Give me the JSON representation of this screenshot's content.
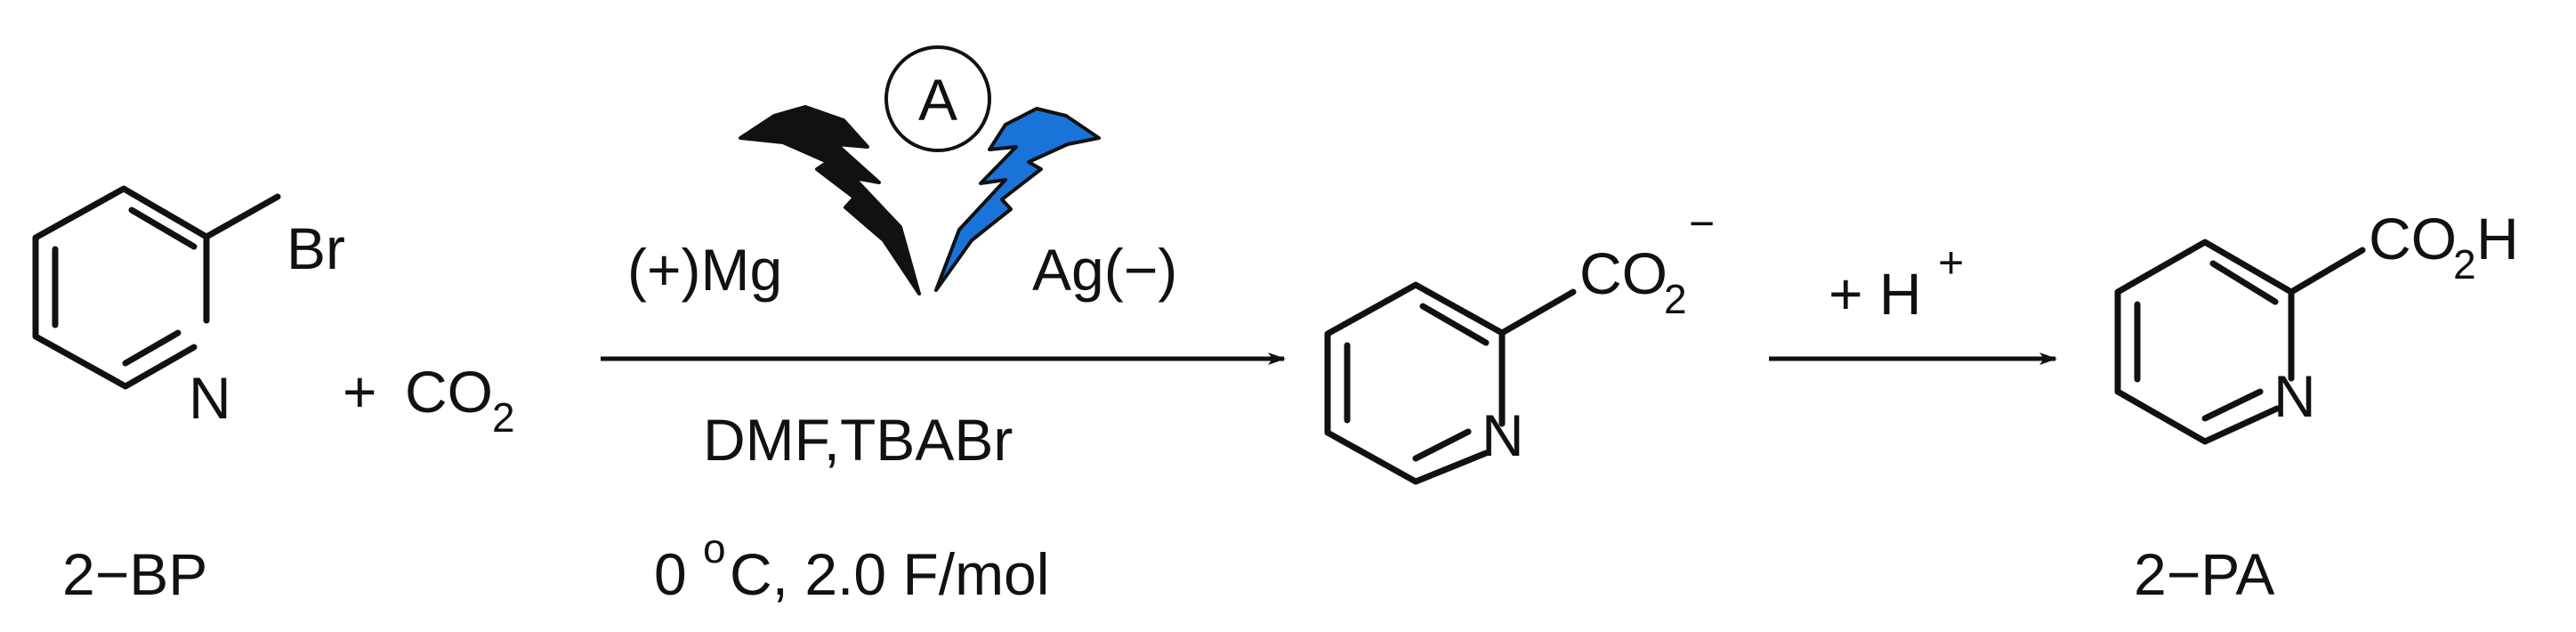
{
  "scheme": {
    "reactant": {
      "substituent": "Br",
      "ring_atom": "N",
      "name": "2−BP"
    },
    "co2": {
      "plus": "+",
      "formula": "CO",
      "subscript": "2"
    },
    "step1": {
      "badge": "A",
      "anode": "(+)Mg",
      "cathode": "Ag(−)",
      "solvent": "DMF,TBABr",
      "temperature": "0",
      "degree": "o",
      "conditions_rest": "C, 2.0 F/mol",
      "lightning_colors": {
        "left": "#111111",
        "right": "#1a73d9"
      }
    },
    "intermediate": {
      "group": "CO",
      "subscript": "2",
      "charge": "−",
      "ring_atom": "N"
    },
    "step2": {
      "reagent": "+ H",
      "charge": "+"
    },
    "product": {
      "group_pre": "CO",
      "subscript": "2",
      "group_post": "H",
      "ring_atom": "N",
      "name": "2−PA"
    }
  }
}
